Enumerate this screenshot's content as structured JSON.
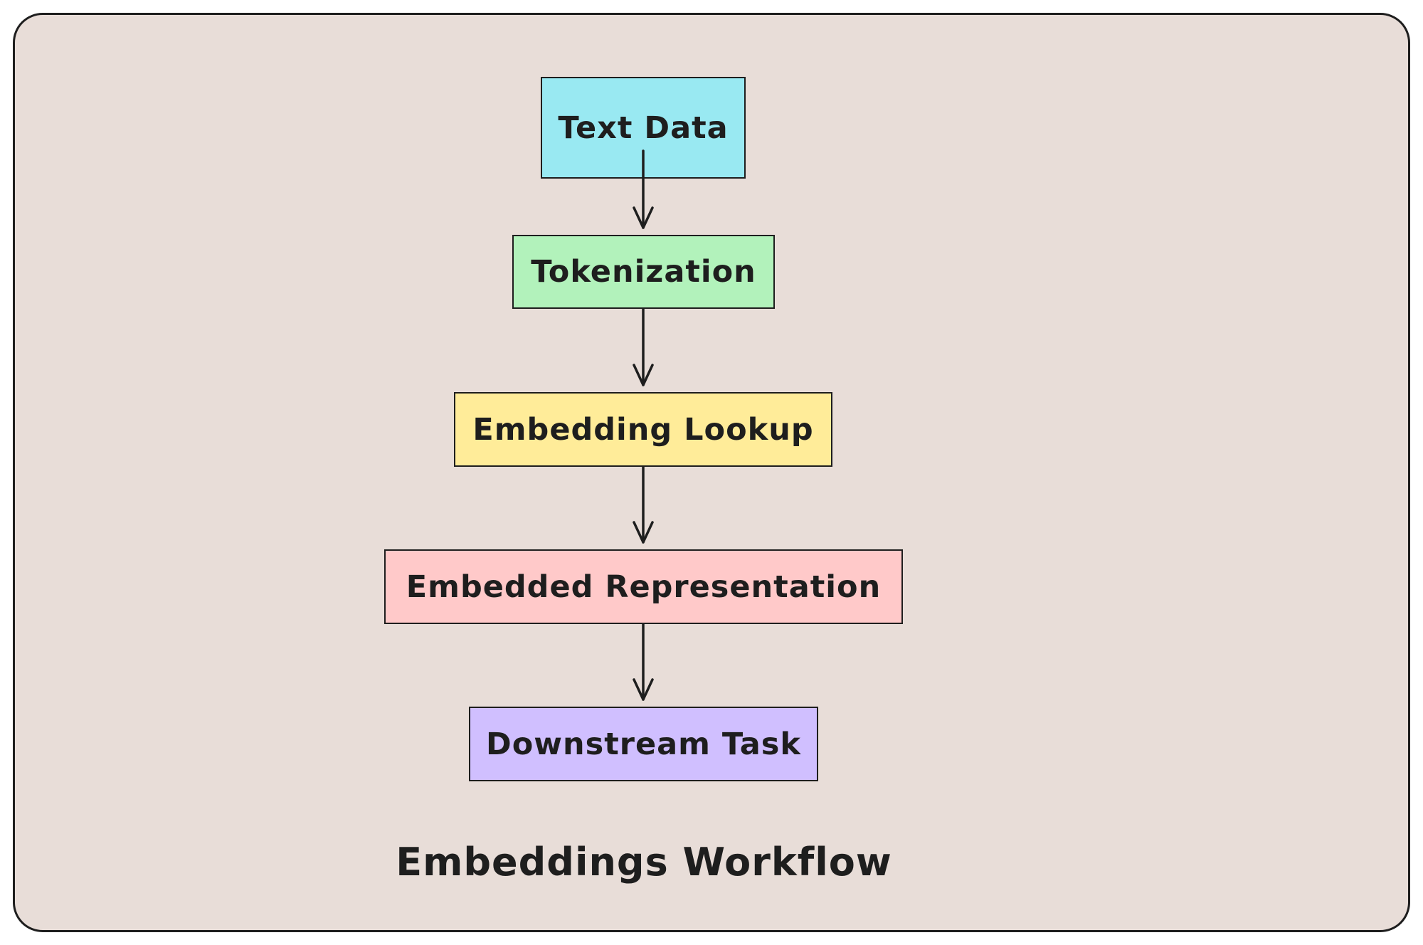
{
  "diagram": {
    "nodes": [
      {
        "id": "text-data",
        "label": "Text Data",
        "color": "#99e9f2"
      },
      {
        "id": "tokenization",
        "label": "Tokenization",
        "color": "#b2f2bb"
      },
      {
        "id": "embedding-lookup",
        "label": "Embedding Lookup",
        "color": "#ffec99"
      },
      {
        "id": "embedded-representation",
        "label": "Embedded Representation",
        "color": "#ffc9c9"
      },
      {
        "id": "downstream-task",
        "label": "Downstream Task",
        "color": "#d0bfff"
      }
    ],
    "edges": [
      {
        "from": "text-data",
        "to": "tokenization"
      },
      {
        "from": "tokenization",
        "to": "embedding-lookup"
      },
      {
        "from": "embedding-lookup",
        "to": "embedded-representation"
      },
      {
        "from": "embedded-representation",
        "to": "downstream-task"
      }
    ],
    "caption": "Embeddings Workflow",
    "colors": {
      "background": "#e8ddd8",
      "stroke": "#1e1e1e"
    }
  }
}
